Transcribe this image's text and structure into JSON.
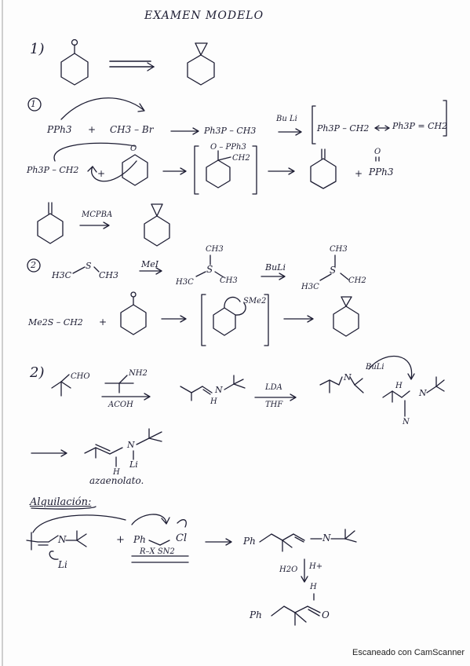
{
  "title": "EXAMEN  MODELO",
  "q1": {
    "number": "1)"
  },
  "m1": {
    "circle": "1",
    "r1_ppph3": "PPh3",
    "r1_plus": "+",
    "r1_ch3br": "CH3 – Br",
    "r1_prod": "Ph3P – CH3",
    "r1_buli": "Bu Li",
    "r1_ylide": "Ph3P – CH2",
    "r1_ylide2": "Ph3P = CH2",
    "r2_ylide": "Ph3P – CH2",
    "r2_plus": "+",
    "r2_oh": "O",
    "r2_int_o": "O – PPh3",
    "r2_int_ch2": "CH2",
    "r2_plus2": "+",
    "r2_po": "O",
    "r2_pph3": "PPh3",
    "r3_mcpba": "MCPBA"
  },
  "m2": {
    "circle": "2",
    "r1_h3c": "H3C",
    "r1_s": "S",
    "r1_ch3": "CH3",
    "r1_mei": "MeI",
    "r1_ch3top": "CH3",
    "r1_s2": "S",
    "r1_h3c2": "H3C",
    "r1_ch3b": "CH3",
    "r1_buli": "BuLi",
    "r1_ch3top2": "CH3",
    "r1_s3": "S",
    "r1_h3c3": "H3C",
    "r1_ch2": "CH2",
    "r2_me2s": "Me2S – CH2",
    "r2_plus": "+",
    "r2_sme2": "SMe2"
  },
  "q2": {
    "number": "2)",
    "cho": "CHO",
    "nh2": "NH2",
    "acoh": "ACOH",
    "n1": "N",
    "h1": "H",
    "lda": "LDA",
    "thf": "THF",
    "n2": "N",
    "buli": "BuLi",
    "h2": "H",
    "n3": "N",
    "n4": "N",
    "n5": "N",
    "li": "Li",
    "h3": "H",
    "azaenolato": "azaenolato."
  },
  "alk": {
    "heading": "Alquilación:",
    "n": "N",
    "li": "Li",
    "plus": "+",
    "ph": "Ph",
    "cl": "Cl",
    "rx": "R–X  SN2",
    "ph2": "Ph",
    "n2": "N",
    "h2o": "H2O",
    "hplus": "H+",
    "ph3": "Ph",
    "h": "H",
    "o": "O"
  },
  "footer": "Escaneado con CamScanner"
}
